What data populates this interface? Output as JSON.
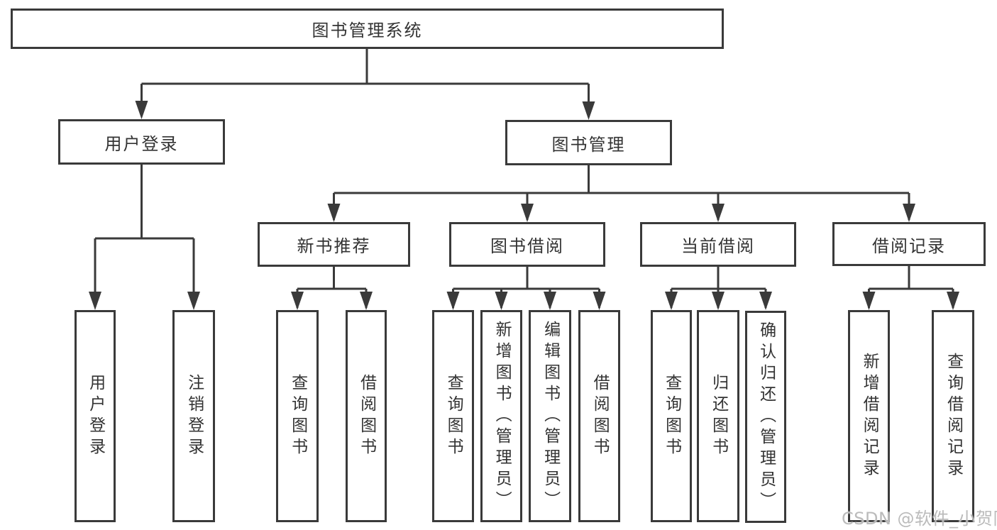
{
  "diagram": {
    "root": {
      "label": "图书管理系统"
    },
    "level2": [
      {
        "label": "用户登录"
      },
      {
        "label": "图书管理"
      }
    ],
    "level3": [
      {
        "label": "新书推荐"
      },
      {
        "label": "图书借阅"
      },
      {
        "label": "当前借阅"
      },
      {
        "label": "借阅记录"
      }
    ],
    "leaves": [
      {
        "label": "用户登录"
      },
      {
        "label": "注销登录"
      },
      {
        "label": "查询图书"
      },
      {
        "label": "借阅图书"
      },
      {
        "label": "查询图书"
      },
      {
        "label": "新增图书（管理员）"
      },
      {
        "label": "编辑图书（管理员）"
      },
      {
        "label": "借阅图书"
      },
      {
        "label": "查询图书"
      },
      {
        "label": "归还图书"
      },
      {
        "label": "确认归还（管理员）"
      },
      {
        "label": "新增借阅记录"
      },
      {
        "label": "查询借阅记录"
      }
    ],
    "watermark": "CSDN @软件_小贺同学",
    "colors": {
      "line": "#3a3a3a",
      "text": "#333333",
      "watermark": "#b7b7b7",
      "background": "#ffffff"
    }
  }
}
